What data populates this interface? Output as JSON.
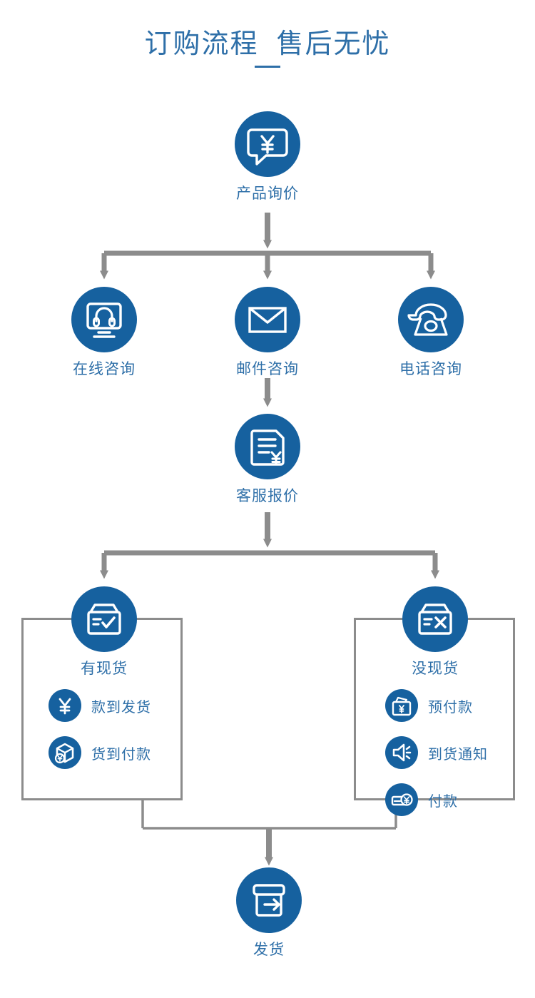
{
  "title": {
    "text": "订购流程  售后无忧",
    "color": "#2E6FA8"
  },
  "theme": {
    "disc_blue": "#16619F",
    "label_blue": "#2E6FA8",
    "connector_gray": "#8C8C8C",
    "background": "#FFFFFF"
  },
  "flow": {
    "start": {
      "label": "产品询价",
      "icon": "speech-bubble-yen-icon"
    },
    "contact_options": [
      {
        "label": "在线咨询",
        "icon": "monitor-headset-icon"
      },
      {
        "label": "邮件咨询",
        "icon": "envelope-icon"
      },
      {
        "label": "电话咨询",
        "icon": "telephone-icon"
      }
    ],
    "quote": {
      "label": "客服报价",
      "icon": "document-yen-icon"
    },
    "outcomes": [
      {
        "label": "有现货",
        "icon": "box-check-icon",
        "items": [
          {
            "label": "款到发货",
            "icon": "yen-icon"
          },
          {
            "label": "货到付款",
            "icon": "package-yen-icon"
          }
        ]
      },
      {
        "label": "没现货",
        "icon": "box-cross-icon",
        "items": [
          {
            "label": "预付款",
            "icon": "wallet-yen-icon"
          },
          {
            "label": "到货通知",
            "icon": "speaker-icon"
          },
          {
            "label": "付款",
            "icon": "card-yen-icon"
          }
        ]
      }
    ],
    "end": {
      "label": "发货",
      "icon": "box-arrow-out-icon"
    }
  }
}
